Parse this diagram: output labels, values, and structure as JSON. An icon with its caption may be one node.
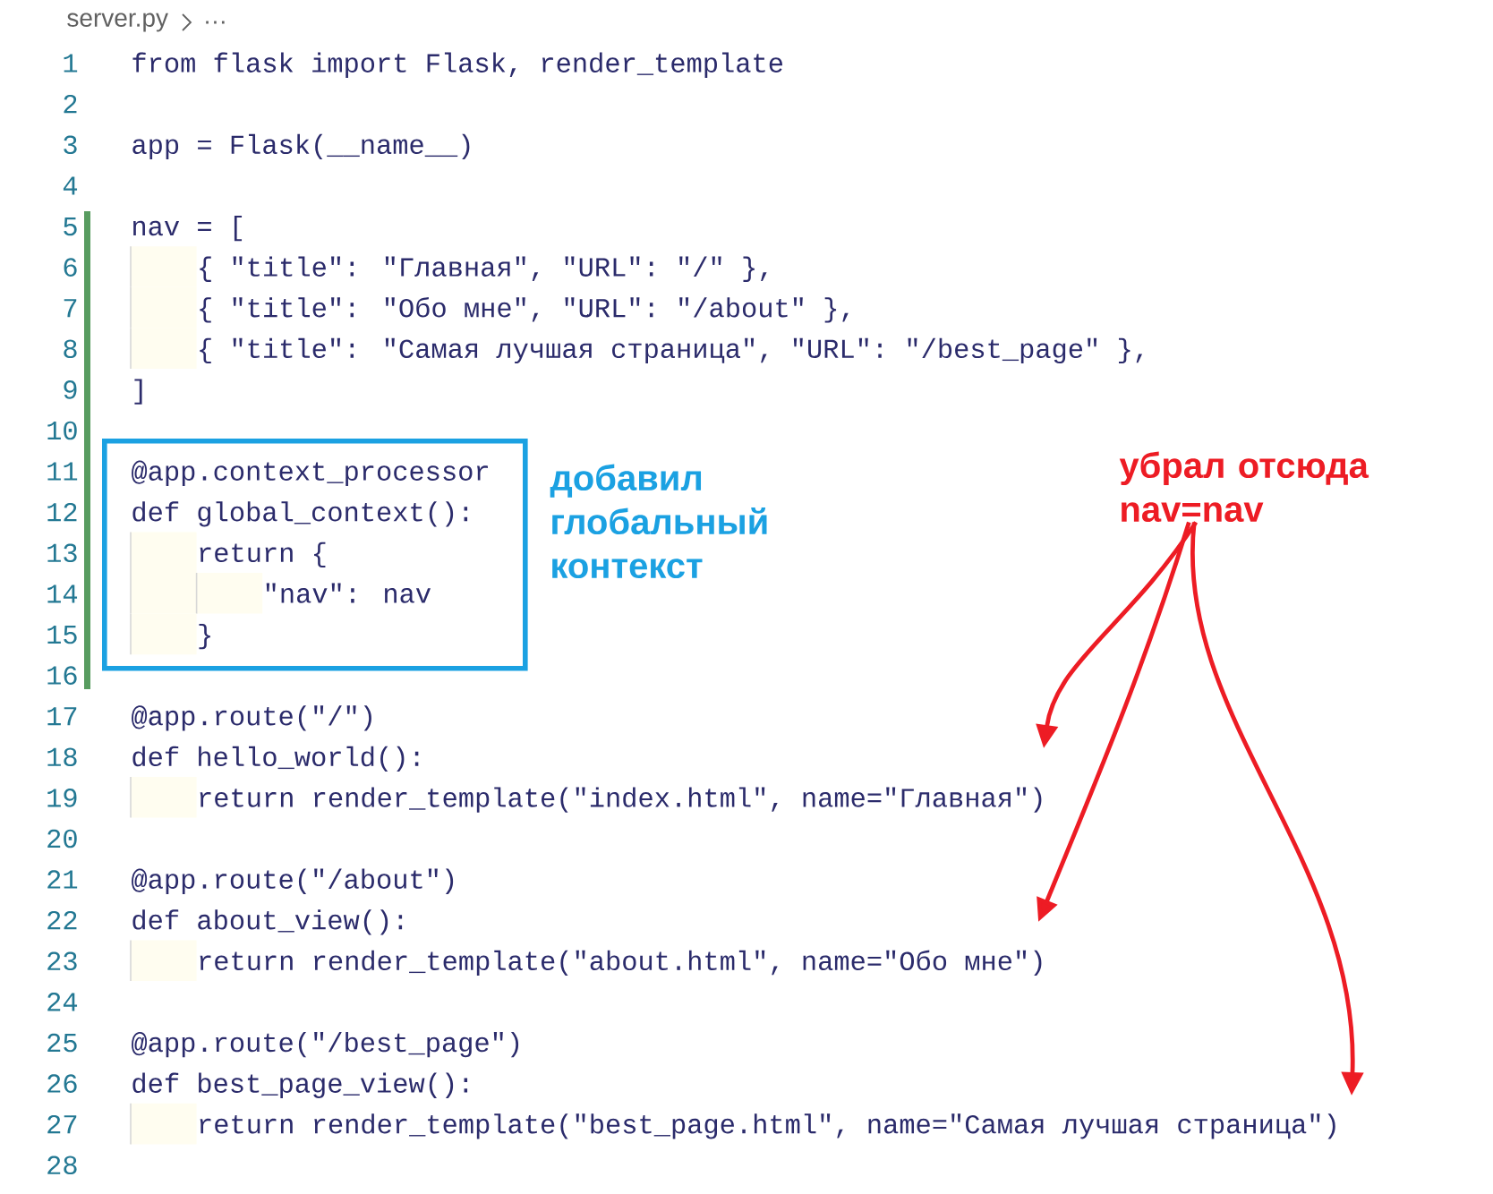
{
  "diagram": {
    "nodes": [
      {
        "text": [
          "@app.context_processor",
          "def global_context():",
          "return {",
          "\"nav\": nav",
          "}"
        ],
        "beside": [
          "добавил глобальный контекст"
        ]
      },
      {
        "text": [
          "убрал отсюда nav=nav"
        ]
      }
    ],
    "edges": [
      {
        "from": 1,
        "to": null,
        "arrow": "to"
      },
      {
        "from": 1,
        "to": null,
        "arrow": "to"
      },
      {
        "from": 1,
        "to": null,
        "arrow": "to"
      }
    ],
    "labels": [
      "server.py",
      "…",
      "1",
      "from flask import Flask, render_template",
      "2",
      "3",
      "app = Flask(__name__)",
      "4",
      "5",
      "nav = [",
      "6",
      "{ \"title\": \"Главная\", \"URL\": \"/\" },",
      "7",
      "{ \"title\": \"Обо мне\", \"URL\": \"/about\" },",
      "8",
      "{ \"title\": \"Самая лучшая страница\", \"URL\": \"/best_page\" },",
      "9",
      "]",
      "10",
      "11",
      "12",
      "13",
      "14",
      "15",
      "16",
      "17",
      "@app.route(\"/\")",
      "18",
      "def hello_world():",
      "19",
      "return render_template(\"index.html\", name=\"Главная\")",
      "20",
      "21",
      "@app.route(\"/about\")",
      "22",
      "def about_view():",
      "23",
      "return render_template(\"about.html\", name=\"Обо мне\")",
      "24",
      "25",
      "@app.route(\"/best_page\")",
      "26",
      "def best_page_view():",
      "27",
      "return render_template(\"best_page.html\", name=\"Самая лучшая страница\")",
      "28"
    ]
  }
}
